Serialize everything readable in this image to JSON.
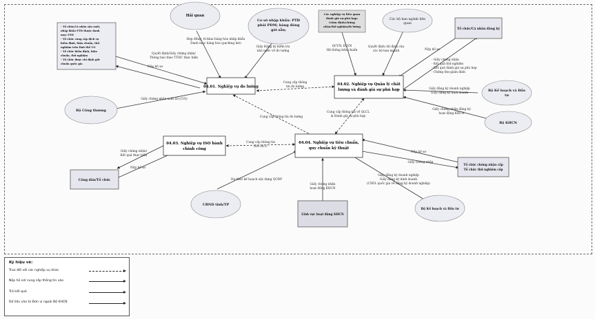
{
  "nodes": {
    "n1": {
      "title": "04.01. Nghiệp vụ đo lường"
    },
    "n2": {
      "line1": "04.02. Nghiệp vụ Quản lý chất",
      "line2": "lượng và đánh giá sự phù hợp"
    },
    "n3": {
      "line1": "04.03. Nghiệp vụ ISO hành",
      "line2": "chính công"
    },
    "n4": {
      "line1": "04.04. Nghiệp vụ tiêu chuẩn,",
      "line2": "quy chuẩn kỹ thuật"
    }
  },
  "entities": {
    "hai_quan": "Hải quan",
    "co_so_nk": [
      "Cơ sở nhập khẩu: PTĐ",
      "phải PDM; hàng đóng",
      "gói sẵn;"
    ],
    "nv_lien_quan": [
      "Các nghiệp vụ liên quan",
      "đánh giá sự phù hợp;",
      "Giám định/chứng",
      "nhận/thử nghiệm/đo lường"
    ],
    "bo_nganh": [
      "Các bộ ban ngành liên",
      "quan"
    ],
    "to_chuc_ca_nhan_dk": "Tổ chức/Cá nhân đăng ký",
    "kh_dt_1": [
      "Bộ Kế hoạch và Đầu",
      "tư"
    ],
    "bo_khcn": "Bộ KHCN",
    "bo_cong_thuong": "Bộ Công thương",
    "to_chuc_sx": [
      "- Tổ chức/Cá nhân sản xuất,",
      "nhập khẩu PTĐ thuộc danh",
      "mục PTĐ",
      "- Tổ chức cung cấp dịch vụ",
      "kiểm định, hiệu chuẩn, thử",
      "nghiệm trên lĩnh thổ VN",
      "- Tổ chức kiểm định, hiệu",
      "chuẩn, thử nghiệm",
      "- Tổ chức được chỉ định giữ",
      "chuẩn quốc gia"
    ],
    "cong_dan": "Công dân/Tổ chức",
    "ubnd": "UBND tỉnh/TP",
    "linh_vuc": "Lĩnh vực hoạt động KHCN",
    "kh_dt_2": "Bộ Kế hoạch và Đầu tư",
    "to_chuc_cn": [
      "Tổ chức chứng nhận cấp",
      "Tổ chức thử nghiệm cấp"
    ]
  },
  "labels": {
    "hq": [
      "Hợp đồng, tờ khai hàng hóa nhập khẩu",
      "Danh mục hàng hóa (packing list)"
    ],
    "cs": [
      "Giấy Đăng ký kiểm tra",
      "nhà nước về đo lường"
    ],
    "qd1": [
      "Quyết định/Giấy chứng nhận/",
      "Thông báo theo TTHC thực hiện"
    ],
    "nop1": "Nộp hồ sơ",
    "bct": "Giấy chứng nhận xuất xứ (C/O)",
    "n1n2": [
      "Cung cấp thông",
      "tin đo lường"
    ],
    "n1n4": "Cung cấp thông tin đo lường",
    "qcvn": [
      "QCVN, ĐLVN",
      "Hệ thống tiêu chuẩn"
    ],
    "bn": [
      "Quyết định chỉ định của",
      "các bộ ban ngành"
    ],
    "nop2": "Nộp hồ sơ",
    "gcn": [
      "- Giấy chứng nhận",
      "- Kết quả thử nghiệm",
      "- Kết quả đánh giá sự phù hợp",
      "- Chứng thư giám định"
    ],
    "khdt1": [
      "Giấy đăng ký doanh nghiệp",
      "Giấy đăng ký kinh doanh"
    ],
    "bkhcn": [
      "Giấy chứng nhận đăng ký",
      "hoạt động KHCN"
    ],
    "n2n4": [
      "Cung cấp thông tin về QLCL",
      "& Đánh giá sự phù hợp"
    ],
    "n3n4": [
      "Cung cấp thông tin",
      "ISO HCC"
    ],
    "gcn3": [
      "Giấy chứng nhận/",
      "Kết quả thực hiện"
    ],
    "nop3": "Nộp hồ sơ",
    "ubnd": "Dự thảo kế hoạch xây dựng QCĐP",
    "lv": [
      "Giấy chứng nhận",
      "hoạt động KHCN"
    ],
    "khdt2": [
      "Giấy đăng ký doanh nghiệp",
      "Giấy đăng ký kinh doanh",
      "(CSDL quốc gia về đăng ký doanh nghiệp)"
    ],
    "nop4": "Nộp hồ sơ",
    "gcn4": "Giấy chứng nhận"
  },
  "legend": {
    "title": "Ký hiệu vẽ:",
    "items": [
      "Trao đổi với các nghiệp vụ khác",
      "Nộp hồ sơ/ cung cấp thông tin vào",
      "Trả kết quả",
      "Dữ liệu vào từ Đơn vị ngoài Bộ KHCN"
    ]
  }
}
